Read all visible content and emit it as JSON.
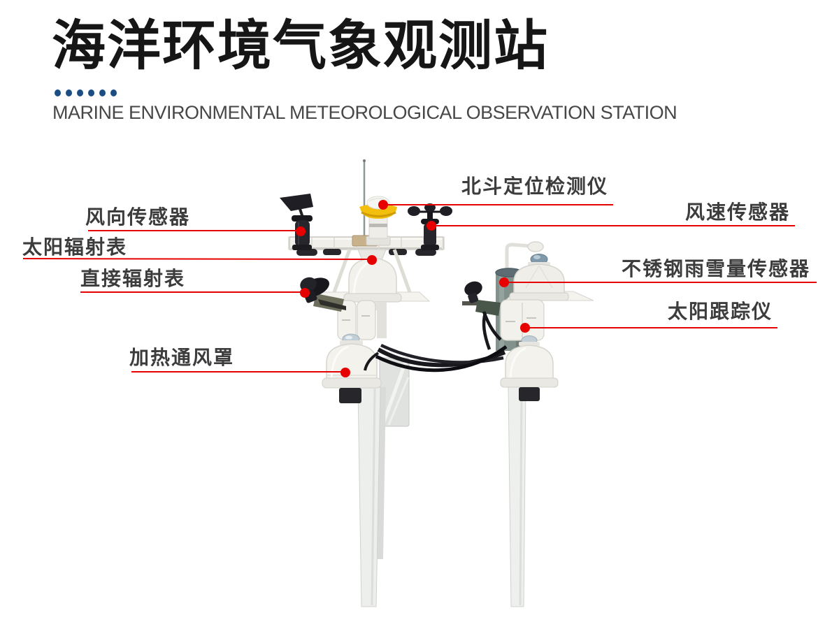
{
  "header": {
    "title": "海洋环境气象观测站",
    "subtitle": "MARINE ENVIRONMENTAL METEOROLOGICAL OBSERVATION STATION",
    "dot_count": 6,
    "accent_dot_color": "#1b4d84"
  },
  "diagram": {
    "callout_color": "#e60000",
    "labels": [
      {
        "id": "beidou-locator",
        "text": "北斗定位检测仪"
      },
      {
        "id": "wind-direction-sensor",
        "text": "风向传感器"
      },
      {
        "id": "solar-radiation-meter",
        "text": "太阳辐射表"
      },
      {
        "id": "direct-radiation-meter",
        "text": "直接辐射表"
      },
      {
        "id": "heated-ventilation-shield",
        "text": "加热通风罩"
      },
      {
        "id": "wind-speed-sensor",
        "text": "风速传感器"
      },
      {
        "id": "stainless-steel-rain-snow-sensor",
        "text": "不锈钢雨雪量传感器"
      },
      {
        "id": "solar-tracker",
        "text": "太阳跟踪仪"
      }
    ]
  }
}
